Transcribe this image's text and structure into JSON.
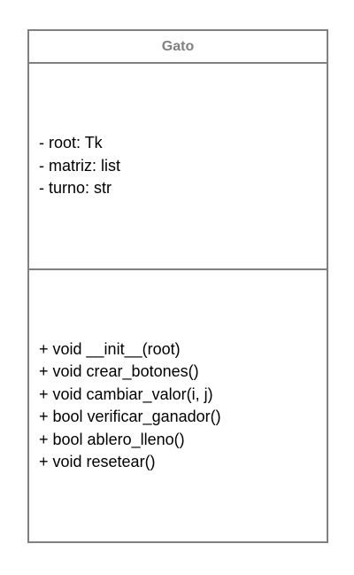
{
  "uml_class": {
    "name": "Gato",
    "attributes": [
      "- root: Tk",
      "- matriz: list",
      "- turno: str"
    ],
    "methods": [
      "+ void __init__(root)",
      "+ void crear_botones()",
      "+ void cambiar_valor(i, j)",
      "+ bool verificar_ganador()",
      "+ bool ablero_lleno()",
      "+ void resetear()"
    ]
  },
  "colors": {
    "border": "#808080",
    "title": "#808080",
    "text": "#000000",
    "background": "#ffffff"
  }
}
